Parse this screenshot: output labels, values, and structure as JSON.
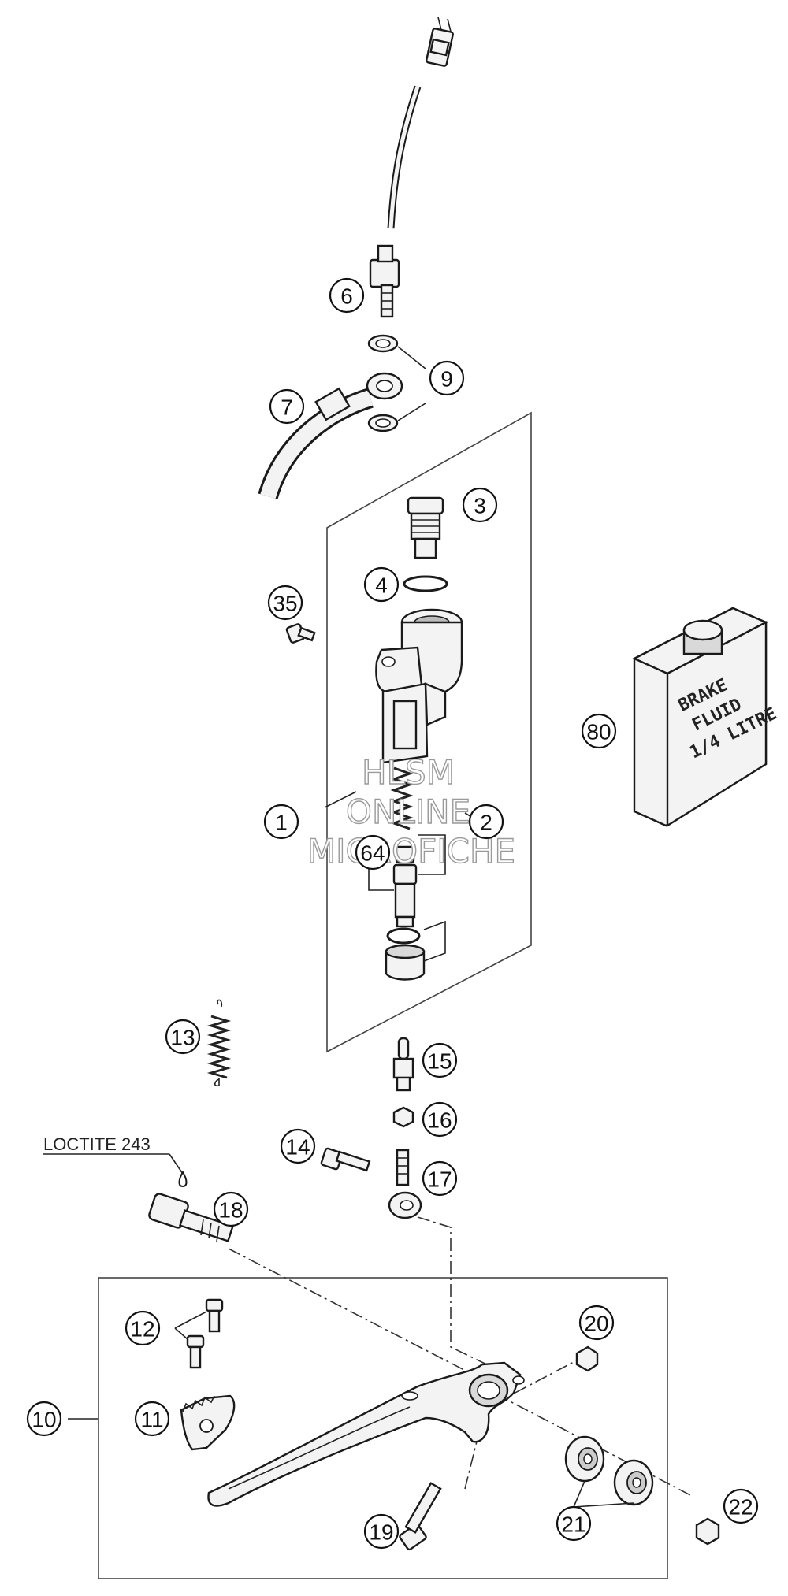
{
  "callouts": [
    "6",
    "9",
    "7",
    "3",
    "4",
    "35",
    "1",
    "64",
    "2",
    "80",
    "13",
    "15",
    "16",
    "14",
    "17",
    "18",
    "12",
    "20",
    "10",
    "11",
    "21",
    "22",
    "19"
  ],
  "labels": {
    "loctite": "LOCTITE 243"
  },
  "bottle": {
    "line1": "BRAKE",
    "line2": "FLUID",
    "line3": "1/4 LITRE"
  },
  "watermark": {
    "line1": "HLSM",
    "line2": "ONLINE",
    "line3": "MICROFICHE"
  }
}
